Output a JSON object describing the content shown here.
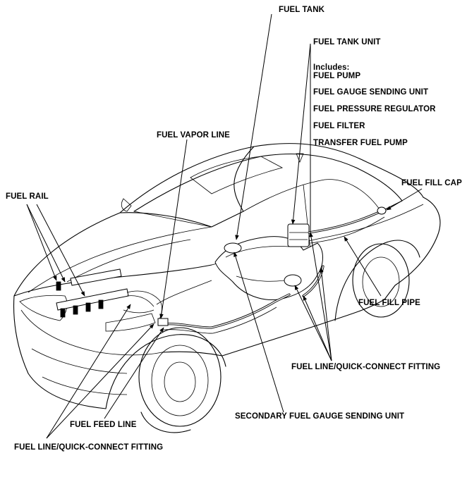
{
  "labels": {
    "fuel_tank": "FUEL TANK",
    "fuel_tank_unit": "FUEL TANK UNIT",
    "includes": "Includes:",
    "fuel_pump": "FUEL PUMP",
    "fuel_gauge_sending_unit": "FUEL GAUGE SENDING UNIT",
    "fuel_pressure_regulator": "FUEL PRESSURE REGULATOR",
    "fuel_filter": "FUEL FILTER",
    "transfer_fuel_pump": "TRANSFER FUEL PUMP",
    "fuel_vapor_line": "FUEL VAPOR LINE",
    "fuel_fill_cap": "FUEL FILL CAP",
    "fuel_rail": "FUEL RAIL",
    "fuel_fill_pipe": "FUEL FILL PIPE",
    "fuel_line_quick_connect_right": "FUEL LINE/QUICK-CONNECT FITTING",
    "secondary_fuel_gauge_sending_unit": "SECONDARY FUEL GAUGE SENDING UNIT",
    "fuel_feed_line": "FUEL FEED LINE",
    "fuel_line_quick_connect_left": "FUEL LINE/QUICK-CONNECT FITTING"
  }
}
